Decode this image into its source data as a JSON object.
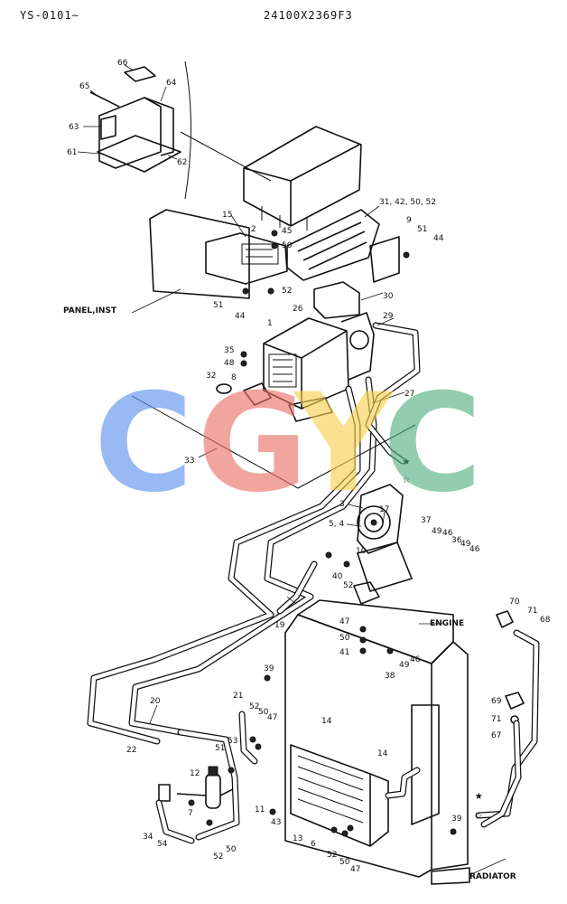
{
  "header": {
    "left": "YS-0101∼",
    "right": "24100X2369F3"
  },
  "watermark": {
    "letters": [
      "C",
      "G",
      "Y",
      "C"
    ],
    "colors": [
      "#5b8fef",
      "#ea6f66",
      "#f6cf4d",
      "#4fb07e"
    ]
  },
  "callouts": {
    "c1": "1",
    "c2": "2",
    "c3": "3",
    "c54a": "5, 4",
    "c6": "6",
    "c7": "7",
    "c8": "8",
    "c9": "9",
    "c10": "10",
    "c11": "11",
    "c12": "12",
    "c13": "13",
    "c14a": "14",
    "c14b": "14",
    "c15": "15",
    "c17": "17",
    "c19": "19",
    "c20": "20",
    "c21": "21",
    "c22": "22",
    "c26": "26",
    "c27": "27",
    "c29": "29",
    "c30": "30",
    "c31": "31, 42, 50, 52",
    "c32": "32",
    "c33": "33",
    "c34": "34",
    "c35": "35",
    "c36": "36",
    "c37": "37",
    "c38": "38",
    "c39a": "39",
    "c39b": "39",
    "c40": "40",
    "c41": "41",
    "c43": "43",
    "c44a": "44",
    "c44b": "44",
    "c45": "45",
    "c46a": "46",
    "c46b": "46",
    "c46c": "46",
    "c47a": "47",
    "c47b": "47",
    "c47c": "47",
    "c48": "48",
    "c49a": "49",
    "c49b": "49",
    "c49c": "49",
    "c50a": "50",
    "c50b": "50",
    "c50c": "50",
    "c50d": "50",
    "c50e": "50",
    "c51a": "51",
    "c51b": "51",
    "c51c": "51",
    "c52a": "52",
    "c52b": "52",
    "c52c": "52",
    "c52d": "52",
    "c52e": "52",
    "c53": "53",
    "c54b": "54",
    "c61": "61",
    "c62": "62",
    "c63": "63",
    "c64": "64",
    "c65": "65",
    "c66": "66",
    "c67": "67",
    "c68": "68",
    "c69": "69",
    "c70": "70",
    "c71a": "71",
    "c71b": "71"
  },
  "section_labels": {
    "panel": "PANEL,INST",
    "engine": "ENGINE",
    "radiator": "RADIATOR"
  }
}
